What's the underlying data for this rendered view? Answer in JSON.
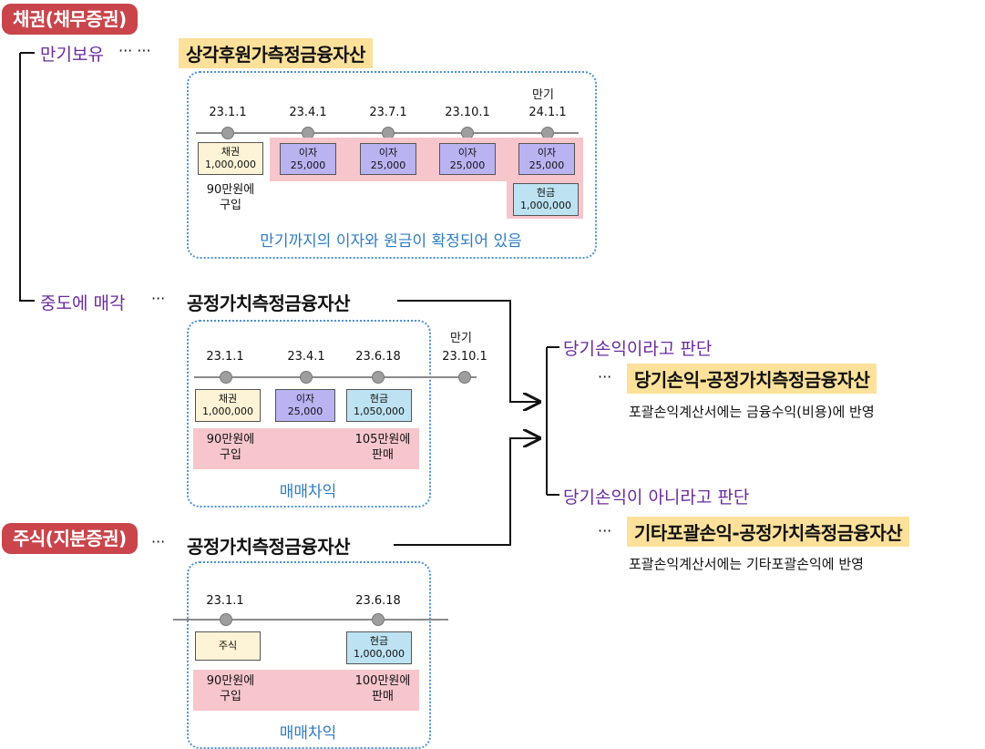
{
  "pills": {
    "bond": "채권(채무증권)",
    "stock": "주식(지분증권)"
  },
  "bond": {
    "hold": {
      "label": "만기보유",
      "dots": "··· ···",
      "classification": "상각후원가측정금융자산",
      "maturity_label": "만기",
      "dates": [
        "23.1.1",
        "23.4.1",
        "23.7.1",
        "23.10.1",
        "24.1.1"
      ],
      "principal_box": {
        "title": "채권",
        "amount": "1,000,000"
      },
      "interest_boxes": [
        {
          "title": "이자",
          "amount": "25,000"
        },
        {
          "title": "이자",
          "amount": "25,000"
        },
        {
          "title": "이자",
          "amount": "25,000"
        },
        {
          "title": "이자",
          "amount": "25,000"
        }
      ],
      "cash_box": {
        "title": "현금",
        "amount": "1,000,000"
      },
      "purchase_note": [
        "90만원에",
        "구입"
      ],
      "caption": "만기까지의 이자와 원금이 확정되어 있음"
    },
    "sell": {
      "label": "중도에 매각",
      "dots": "···",
      "classification": "공정가치측정금융자산",
      "maturity_label": "만기",
      "dates": [
        "23.1.1",
        "23.4.1",
        "23.6.18",
        "23.10.1"
      ],
      "principal_box": {
        "title": "채권",
        "amount": "1,000,000"
      },
      "interest_box": {
        "title": "이자",
        "amount": "25,000"
      },
      "cash_box": {
        "title": "현금",
        "amount": "1,050,000"
      },
      "purchase_note": [
        "90만원에",
        "구입"
      ],
      "sale_note": [
        "105만원에",
        "판매"
      ],
      "caption": "매매차익"
    }
  },
  "stock": {
    "dots": "···",
    "classification": "공정가치측정금융자산",
    "dates": [
      "23.1.1",
      "23.6.18"
    ],
    "stock_box": {
      "title": "주식"
    },
    "cash_box": {
      "title": "현금",
      "amount": "1,000,000"
    },
    "purchase_note": [
      "90만원에",
      "구입"
    ],
    "sale_note": [
      "100만원에",
      "판매"
    ],
    "caption": "매매차익"
  },
  "judgments": {
    "pl": {
      "label": "당기손익이라고 판단",
      "dots": "···",
      "classification": "당기손익-공정가치측정금융자산",
      "note": "포괄손익계산서에는 금융수익(비용)에 반영"
    },
    "oci": {
      "label": "당기손익이 아니라고 판단",
      "dots": "···",
      "classification": "기타포괄손익-공정가치측정금융자산",
      "note": "포괄손익계산서에는 기타포괄손익에 반영"
    }
  }
}
